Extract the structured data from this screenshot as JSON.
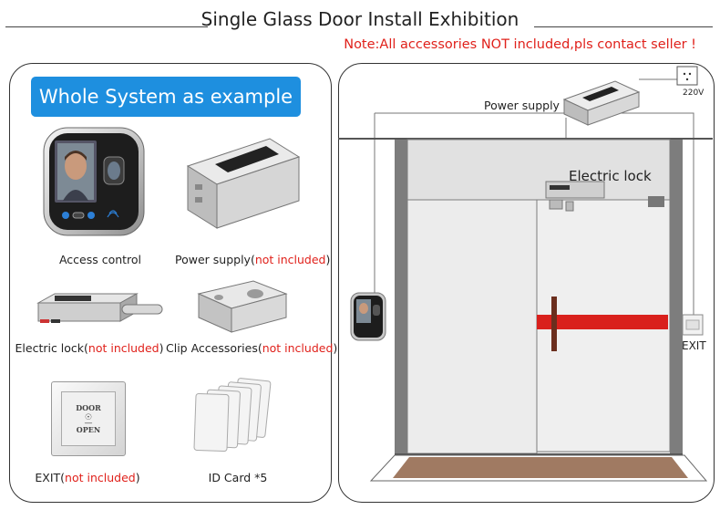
{
  "header": {
    "title": "Single Glass Door Install Exhibition",
    "note": "Note:All accessories NOT included,pls contact seller !"
  },
  "left_panel": {
    "badge": "Whole System as example",
    "items": [
      {
        "name": "Access control",
        "suffix": ""
      },
      {
        "name": "Power supply(",
        "suffix": "not included",
        "close": ")"
      },
      {
        "name": "Electric lock(",
        "suffix": "not included",
        "close": ")"
      },
      {
        "name": "Clip Accessories(",
        "suffix": "not included",
        "close": ")"
      },
      {
        "name": "EXIT(",
        "suffix": "not included",
        "close": ")"
      },
      {
        "name": "ID Card *5",
        "suffix": ""
      }
    ],
    "exit_plate": {
      "line1": "DOOR",
      "line2": "OPEN"
    }
  },
  "right_panel": {
    "power_supply": "Power supply",
    "socket": "220V",
    "electric_lock": "Electric lock",
    "exit": "EXIT"
  },
  "colors": {
    "accent": "#1e8fdf",
    "warning": "#e0211b",
    "bar": "#d9201c",
    "floor": "#a07a62"
  }
}
